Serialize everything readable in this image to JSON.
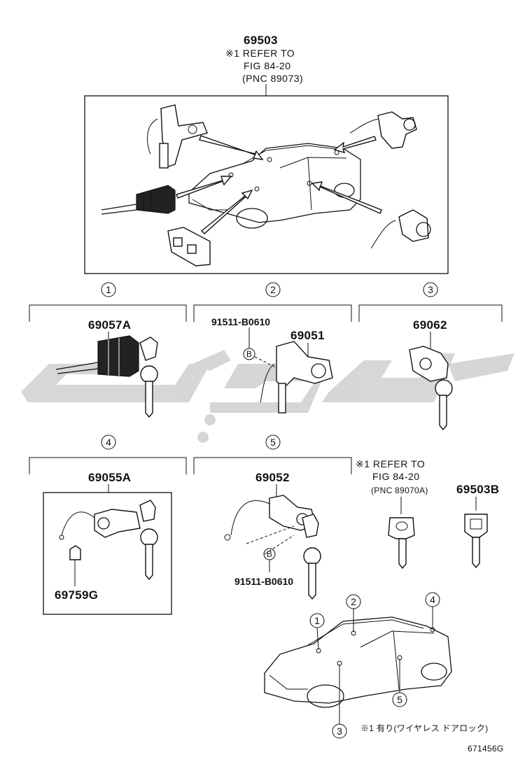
{
  "top_assembly": {
    "part_number": "69503",
    "refer_line1": "※1 REFER TO",
    "refer_line2": "FIG 84-20",
    "refer_line3": "(PNC 89073)"
  },
  "groups": [
    {
      "index": "1",
      "part": "69057A"
    },
    {
      "index": "2",
      "part": "69051",
      "bolt": "91511-B0610",
      "bolt_marker": "B"
    },
    {
      "index": "3",
      "part": "69062"
    },
    {
      "index": "4",
      "part": "69055A",
      "sub_part": "69759G"
    },
    {
      "index": "5",
      "part": "69052",
      "bolt": "91511-B0610",
      "bolt_marker": "B"
    }
  ],
  "key_note": {
    "line1": "※1 REFER TO",
    "line2": "FIG 84-20",
    "line3": "(PNC 89070A)",
    "key_part": "69503B"
  },
  "location_markers": [
    "1",
    "2",
    "3",
    "4",
    "5"
  ],
  "footnote": "※1 有り(ワイヤレス ドアロック)",
  "figure_id": "671456G"
}
